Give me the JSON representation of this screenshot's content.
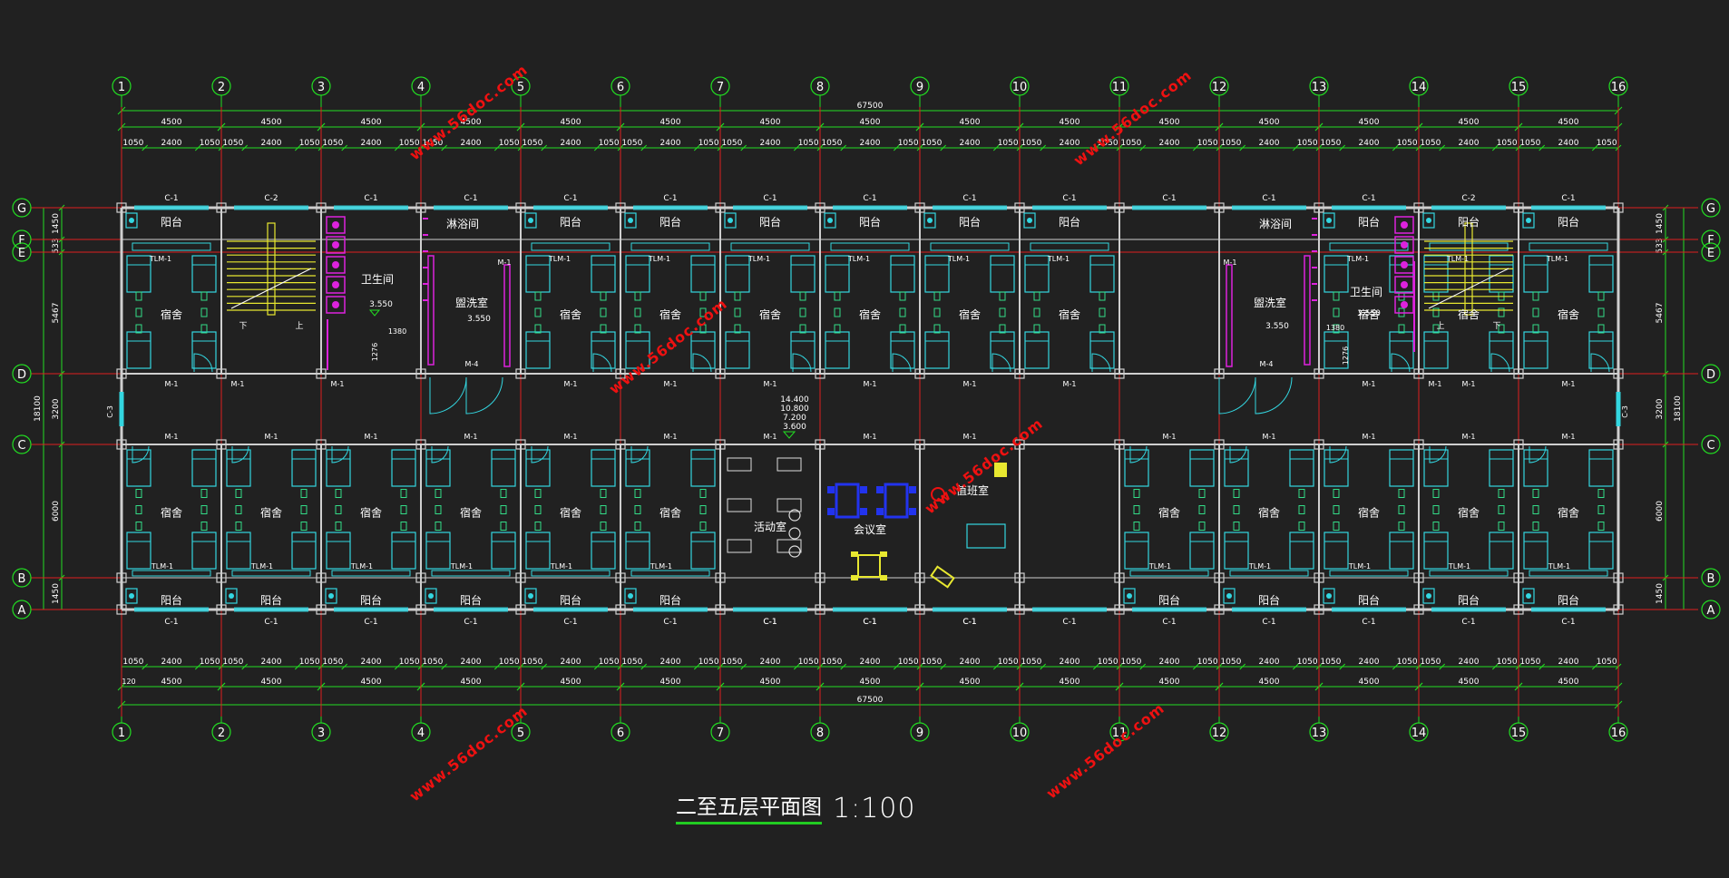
{
  "drawing": {
    "title": "二至五层平面图",
    "scale": "1:100",
    "watermark": "www.56doc.com"
  },
  "colors": {
    "background": "#212121",
    "wall": "#cfcfcf",
    "grid": "#e02020",
    "dimension": "#22dd22",
    "window": "#33d6e0",
    "furniture": "#33d6e0",
    "toilet": "#dd22dd",
    "stair": "#e8e830",
    "meeting": "#2233ee",
    "watermark": "#ee1111",
    "text": "#ffffff"
  },
  "axes": {
    "columns": [
      "1",
      "2",
      "3",
      "4",
      "5",
      "6",
      "7",
      "8",
      "9",
      "10",
      "11",
      "12",
      "13",
      "14",
      "15",
      "16"
    ],
    "rows": [
      "G",
      "F",
      "E",
      "D",
      "C",
      "B",
      "A"
    ]
  },
  "dimensions": {
    "total": "67500",
    "bay": "4500",
    "first_bay_offset": "120",
    "segments": [
      "1050",
      "2400",
      "1050"
    ],
    "left_vertical": [
      "1450",
      "533",
      "5467",
      "3200",
      "6000",
      "1450"
    ],
    "left_total": "18100",
    "right_vertical": [
      "1450",
      "533",
      "5467",
      "3200",
      "6000",
      "1450"
    ],
    "right_total": "18100"
  },
  "labels": {
    "balcony": "阳台",
    "dorm": "宿舍",
    "toilet": "卫生间",
    "shower": "淋浴间",
    "wash": "盥洗室",
    "activity": "活动室",
    "meeting": "会议室",
    "duty": "值班室",
    "stair_up": "上",
    "stair_down": "下"
  },
  "codes": {
    "c1": "C-1",
    "c2": "C-2",
    "c3": "C-3",
    "m1": "M-1",
    "m4": "M-4",
    "tlm": "TLM-1"
  },
  "levels": {
    "toilet": "3.550",
    "wash": "3.550",
    "corridor": [
      "14.400",
      "10.800",
      "7.200",
      "3.600"
    ]
  },
  "notes": {
    "toilet_w": "1380",
    "toilet_h": "1276"
  }
}
